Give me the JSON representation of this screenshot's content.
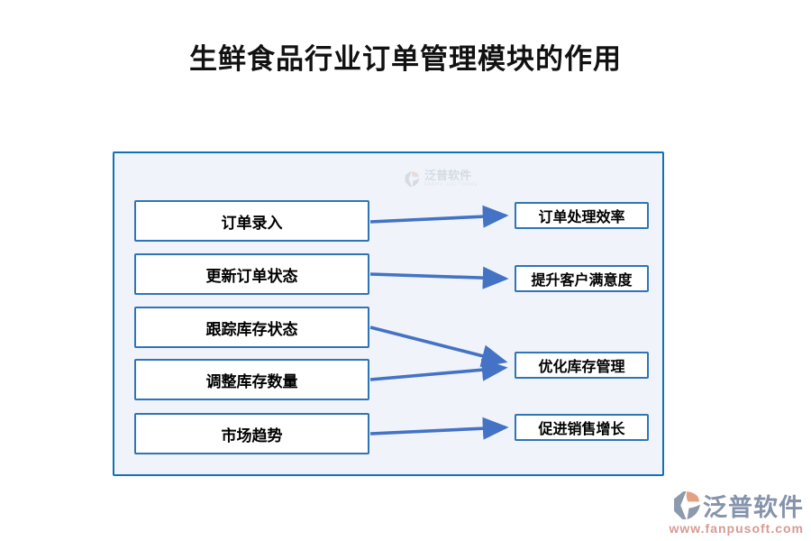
{
  "title": "生鲜食品行业订单管理模块的作用",
  "diagram": {
    "left_boxes": [
      {
        "id": "order-entry",
        "label": "订单录入"
      },
      {
        "id": "update-order-status",
        "label": "更新订单状态"
      },
      {
        "id": "track-inventory-status",
        "label": "跟踪库存状态"
      },
      {
        "id": "adjust-inventory-quantity",
        "label": "调整库存数量"
      },
      {
        "id": "market-trends",
        "label": "市场趋势"
      }
    ],
    "right_boxes": [
      {
        "id": "order-processing-efficiency",
        "label": "订单处理效率"
      },
      {
        "id": "customer-satisfaction",
        "label": "提升客户满意度"
      },
      {
        "id": "inventory-optimization",
        "label": "优化库存管理"
      },
      {
        "id": "sales-growth",
        "label": "促进销售增长"
      }
    ],
    "connections": [
      {
        "from": "订单录入",
        "to": "订单处理效率"
      },
      {
        "from": "更新订单状态",
        "to": "提升客户满意度"
      },
      {
        "from": "跟踪库存状态",
        "to": "优化库存管理"
      },
      {
        "from": "调整库存数量",
        "to": "优化库存管理"
      },
      {
        "from": "市场趋势",
        "to": "促进销售增长"
      }
    ],
    "colors": {
      "panel_border": "#0f72b8",
      "panel_background": "#f0f4fa",
      "box_border": "#2e75b6",
      "box_background": "#ffffff",
      "arrow": "#4472c4",
      "text": "#000000"
    }
  },
  "watermark": {
    "name": "泛普软件",
    "subtitle": "FANPU SOFTWARE"
  },
  "brand": {
    "name": "泛普软件",
    "url": "www.fanpusoft.com",
    "name_color": "#8593ab",
    "url_color": "#d89a91",
    "icon_gray": "#8d99ad",
    "icon_orange": "#e5a084"
  }
}
